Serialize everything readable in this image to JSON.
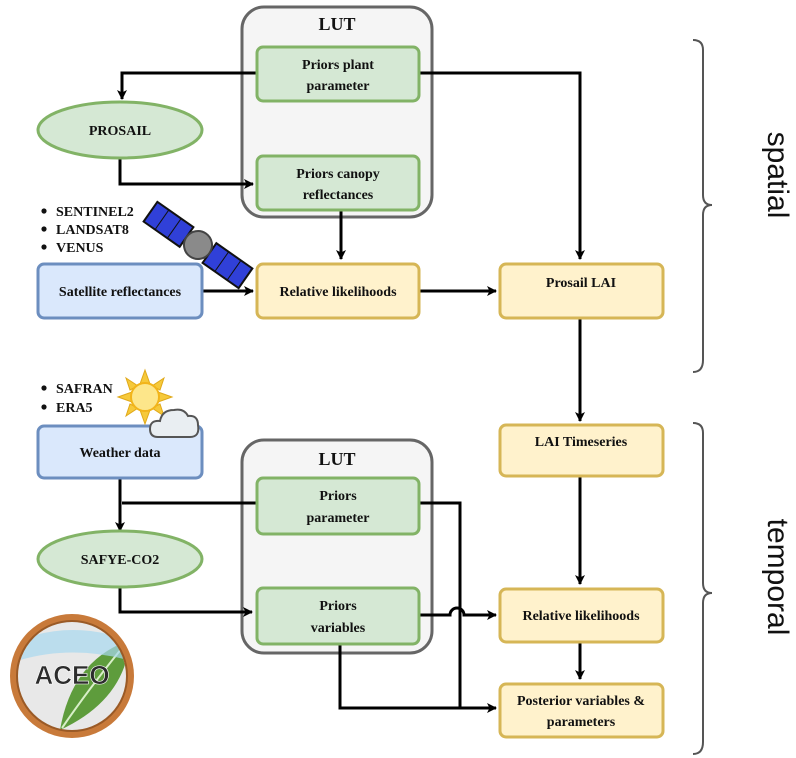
{
  "lut_top": {
    "title": "LUT"
  },
  "lut_bottom": {
    "title": "LUT"
  },
  "nodes": {
    "priors_plant_parameter": [
      "Priors plant",
      "parameter"
    ],
    "priors_canopy_reflectances": [
      "Priors  canopy",
      "reflectances"
    ],
    "prosail": "PROSAIL",
    "satellite_reflectances": "Satellite reflectances",
    "relative_likelihoods_spatial": "Relative likelihoods",
    "prosail_lai": "Prosail LAI",
    "lai_timeseries": "LAI Timeseries",
    "weather_data": "Weather data",
    "safye_co2": "SAFYE-CO2",
    "priors_parameter": [
      "Priors",
      "parameter"
    ],
    "priors_variables": [
      "Priors",
      "variables"
    ],
    "relative_likelihoods_temporal": "Relative likelihoods",
    "posterior": [
      "Posterior variables &",
      "parameters"
    ]
  },
  "satellite_sources": [
    "SENTINEL2",
    "LANDSAT8",
    "VENUS"
  ],
  "weather_sources": [
    "SAFRAN",
    "ERA5"
  ],
  "sections": {
    "spatial": "spatial",
    "temporal": "temporal"
  },
  "logo": {
    "text": "ACEO"
  },
  "icons": {
    "satellite": "satellite-icon",
    "weather": "sun-cloud-icon"
  },
  "colors": {
    "green_fill": "#d5e8d4",
    "green_stroke": "#82b366",
    "yellow_fill": "#fff2cc",
    "yellow_stroke": "#d6b656",
    "blue_fill": "#dae8fc",
    "blue_stroke": "#6c8ebf",
    "lut_fill": "#f5f5f5",
    "lut_stroke": "#666666"
  }
}
